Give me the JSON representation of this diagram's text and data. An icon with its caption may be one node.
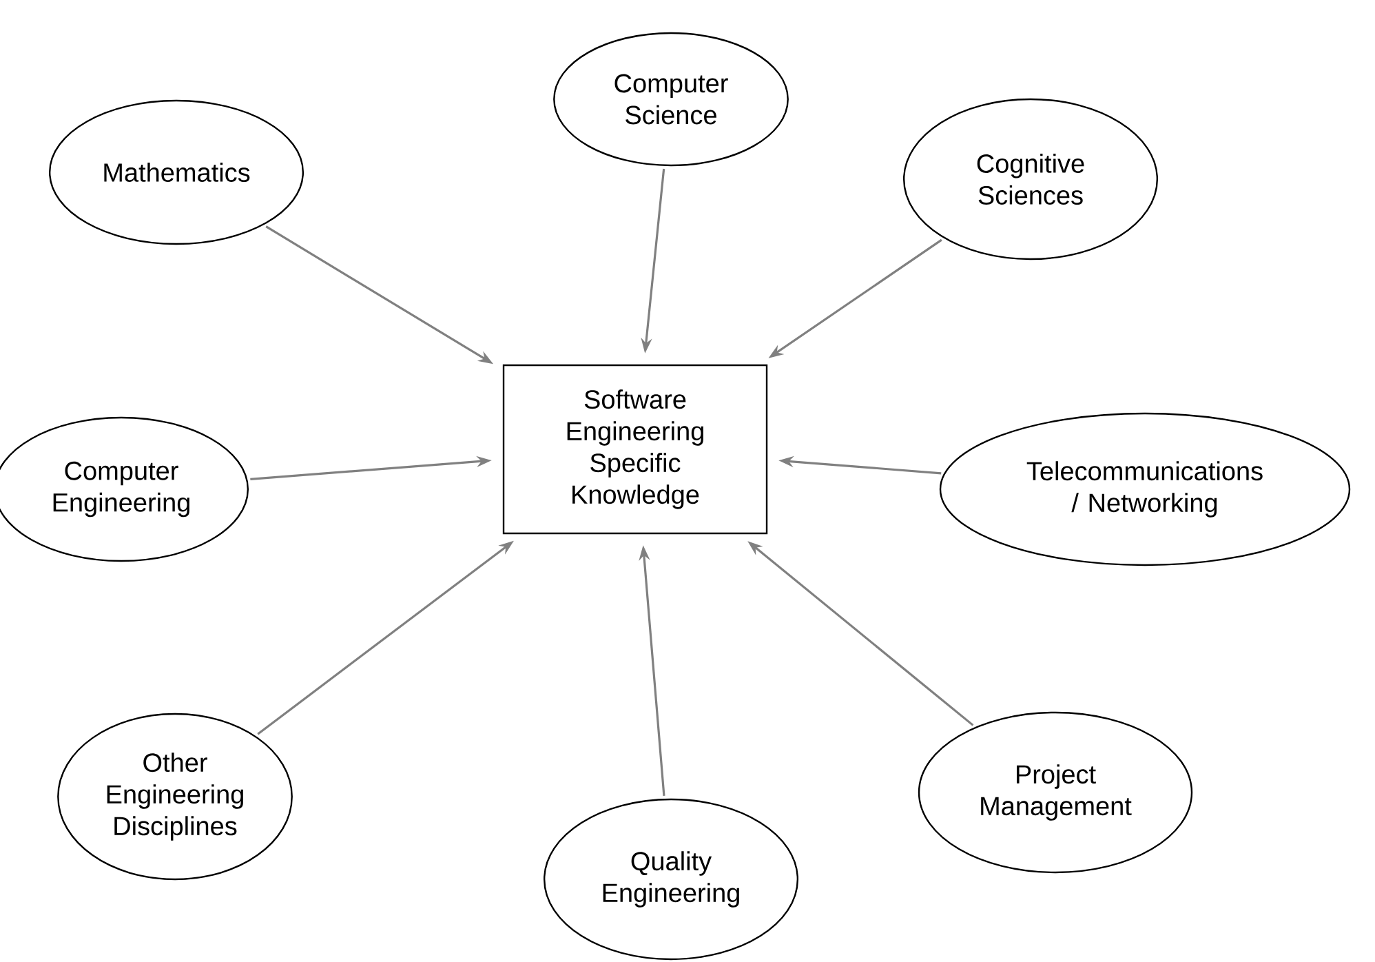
{
  "diagram": {
    "nodes": [
      {
        "text": [
          "Software Engineering Specific Knowledge"
        ]
      },
      {
        "text": [
          "Computer Science"
        ]
      },
      {
        "text": [
          "Mathematics"
        ]
      },
      {
        "text": [
          "Cognitive Sciences"
        ]
      },
      {
        "text": [
          "Computer Engineering"
        ]
      },
      {
        "text": [
          "Telecommunications / Networking"
        ]
      },
      {
        "text": [
          "Other Engineering Disciplines"
        ]
      },
      {
        "text": [
          "Quality Engineering"
        ]
      },
      {
        "text": [
          "Project Management"
        ]
      }
    ],
    "edges": [
      {
        "from": 1,
        "to": 0,
        "arrow": "to"
      },
      {
        "from": 2,
        "to": 0,
        "arrow": "to"
      },
      {
        "from": 3,
        "to": 0,
        "arrow": "to"
      },
      {
        "from": 4,
        "to": 0,
        "arrow": "to"
      },
      {
        "from": 5,
        "to": 0,
        "arrow": "to"
      },
      {
        "from": 6,
        "to": 0,
        "arrow": "to"
      },
      {
        "from": 7,
        "to": 0,
        "arrow": "to"
      },
      {
        "from": 8,
        "to": 0,
        "arrow": "to"
      }
    ]
  }
}
